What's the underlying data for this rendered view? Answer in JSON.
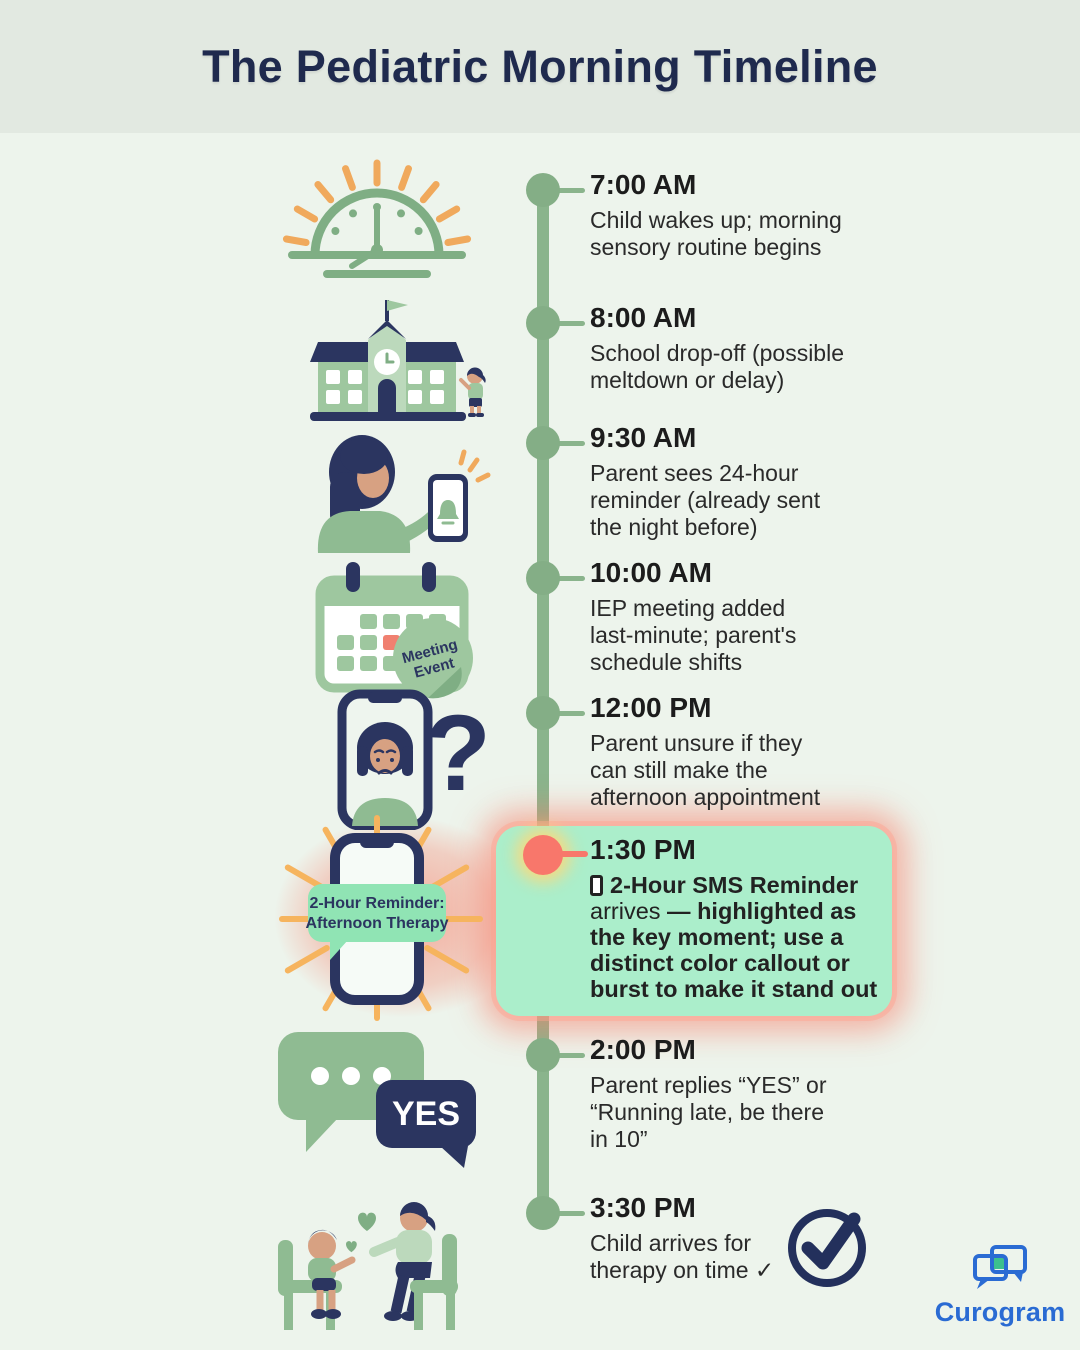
{
  "header": {
    "title": "The Pediatric Morning Timeline"
  },
  "colors": {
    "timeline_green": "#8ab48c",
    "highlight_salmon": "#f8776b",
    "callout_mint": "#abeecb",
    "navy": "#2b3560",
    "ray_orange": "#f0a95c",
    "brand_blue": "#2a6bd3",
    "brand_green": "#3cc08e"
  },
  "timeline": {
    "events": [
      {
        "time": "7:00 AM",
        "description": "Child wakes up; morning sensory routine begins",
        "icon": "sunrise-clock-icon"
      },
      {
        "time": "8:00 AM",
        "description": "School drop-off (possible meltdown or delay)",
        "icon": "school-building-icon"
      },
      {
        "time": "9:30 AM",
        "description": "Parent sees 24-hour reminder (already sent the night before)",
        "icon": "parent-phone-notification-icon"
      },
      {
        "time": "10:00 AM",
        "description": "IEP meeting added last-minute; parent's schedule shifts",
        "icon": "calendar-meeting-icon"
      },
      {
        "time": "12:00 PM",
        "description": "Parent unsure if they can still make the afternoon appointment",
        "icon": "phone-question-icon"
      },
      {
        "time": "1:30 PM",
        "highlighted": true,
        "icon": "sms-burst-phone-icon",
        "segments": [
          {
            "text": "2-Hour SMS Reminder ",
            "bold": true
          },
          {
            "text": "arrives ",
            "bold": false
          },
          {
            "text": "— highlighted as the key moment; use a distinct color callout or burst to make it stand out",
            "bold": true
          }
        ],
        "phone_message_lines": [
          "2-Hour Reminder:",
          "Afternoon Therapy"
        ]
      },
      {
        "time": "2:00 PM",
        "description": "Parent replies “YES” or “Running late, be there in 10”",
        "icon": "reply-chat-icon",
        "reply_label": "YES"
      },
      {
        "time": "3:30 PM",
        "description": "Child arrives for therapy on time ✓",
        "icon": "therapy-session-icon"
      }
    ]
  },
  "calendar_sticker": {
    "line1": "Meeting",
    "line2": "Event"
  },
  "footer": {
    "brand": "Curogram"
  }
}
